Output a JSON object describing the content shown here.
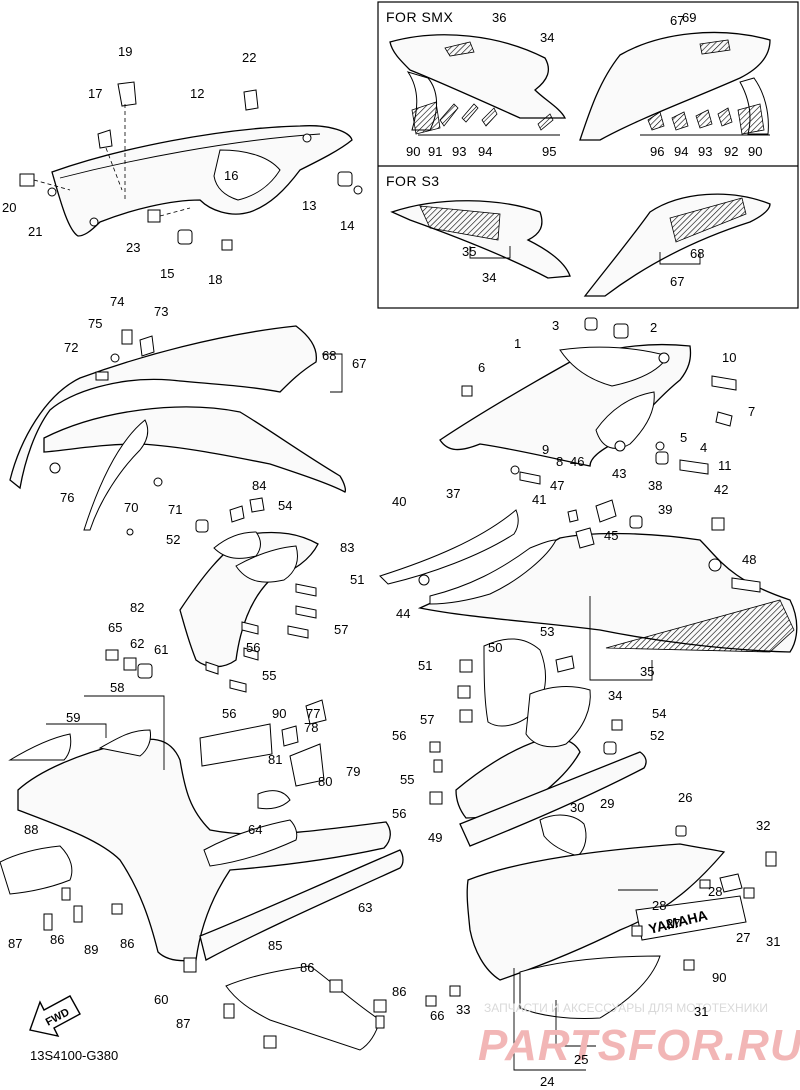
{
  "diagram": {
    "code": "13S4100-G380",
    "fwd_label": "FWD",
    "sections": {
      "smx": "FOR SMX",
      "s3": "FOR S3"
    },
    "decal_text": "YAMAHA",
    "watermark": {
      "line1": "ЗАПЧАСТИ И АКСЕССУАРЫ ДЛЯ МОТОТЕХНИКИ",
      "line2": "PARTSFOR.RU"
    },
    "callouts": [
      "1",
      "2",
      "3",
      "4",
      "5",
      "6",
      "7",
      "8",
      "9",
      "10",
      "11",
      "12",
      "13",
      "14",
      "15",
      "16",
      "17",
      "18",
      "19",
      "20",
      "21",
      "22",
      "23",
      "24",
      "25",
      "26",
      "27",
      "27",
      "28",
      "28",
      "29",
      "30",
      "31",
      "31",
      "32",
      "33",
      "34",
      "34",
      "34",
      "35",
      "35",
      "36",
      "37",
      "38",
      "39",
      "40",
      "41",
      "42",
      "43",
      "44",
      "45",
      "46",
      "47",
      "48",
      "49",
      "50",
      "51",
      "51",
      "52",
      "52",
      "53",
      "54",
      "54",
      "55",
      "55",
      "56",
      "56",
      "56",
      "56",
      "57",
      "57",
      "58",
      "59",
      "60",
      "61",
      "62",
      "63",
      "64",
      "65",
      "66",
      "67",
      "67",
      "67",
      "68",
      "68",
      "69",
      "70",
      "71",
      "72",
      "73",
      "74",
      "75",
      "76",
      "77",
      "78",
      "79",
      "80",
      "81",
      "82",
      "83",
      "84",
      "85",
      "86",
      "86",
      "86",
      "86",
      "87",
      "87",
      "88",
      "89",
      "90",
      "90",
      "90",
      "90",
      "91",
      "92",
      "93",
      "93",
      "94",
      "94",
      "95",
      "96"
    ]
  }
}
